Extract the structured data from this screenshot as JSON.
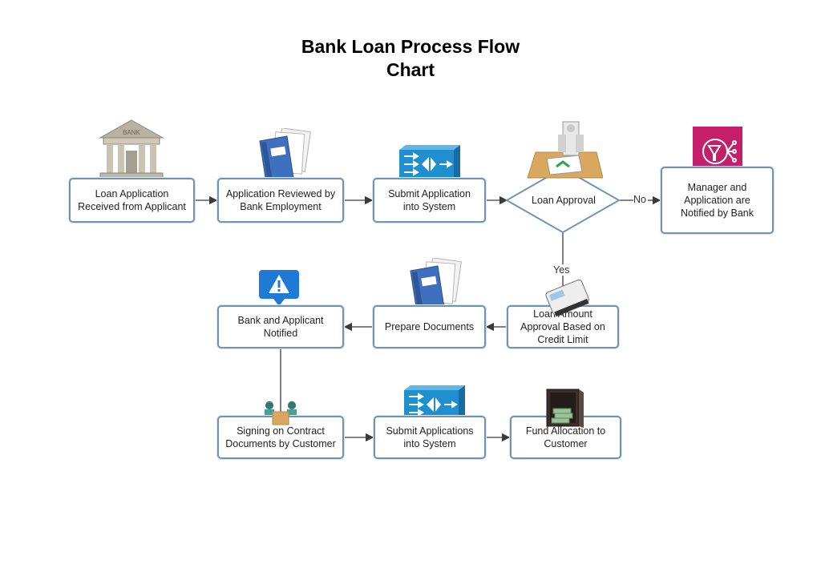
{
  "title": {
    "line1": "Bank Loan Process Flow",
    "line2": "Chart"
  },
  "nodes": {
    "loan_application": "Loan Application\nReceived from Applicant",
    "application_reviewed": "Application Reviewed by\nBank Employment",
    "submit_application": "Submit Application\ninto System",
    "loan_approval": "Loan Approval",
    "manager_notified": "Manager and\nApplication are\nNotified by Bank",
    "loan_amount_approval": "Loan Amount\nApproval Based on\nCredit Limit",
    "prepare_documents": "Prepare Documents",
    "bank_applicant_notified": "Bank and Applicant\nNotified",
    "signing_contract": "Signing on Contract\nDocuments by Customer",
    "submit_applications": "Submit Applications\ninto System",
    "fund_allocation": "Fund Allocation to\nCustomer"
  },
  "edge_labels": {
    "no": "No",
    "yes": "Yes"
  },
  "icon_labels": {
    "bank_sign": "BANK"
  },
  "colors": {
    "box_border": "#6e93b8",
    "connector": "#3a3a3a",
    "router_blue": "#1f8fd0",
    "alert_blue": "#1e7ad6",
    "notify_magenta": "#c51f6a",
    "folder_blue": "#3f6fbf"
  },
  "icons": [
    "bank-building-icon",
    "document-folder-icon",
    "router-switch-icon",
    "document-approval-icon",
    "notification-funnel-icon",
    "card-terminal-icon",
    "alert-icon",
    "meeting-table-icon",
    "money-safe-icon"
  ]
}
